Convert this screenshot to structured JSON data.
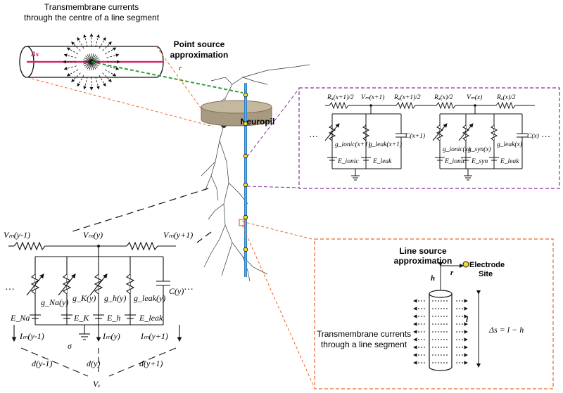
{
  "top_left": {
    "title_line1": "Transmembrane currents",
    "title_line2": "through the centre of a line segment",
    "delta_s": "Δs"
  },
  "point_source": {
    "line1": "Point source",
    "line2": "approximation",
    "r": "r"
  },
  "neuropil": "Neuropil",
  "right_circuit": {
    "r1": "Rₐ(x+1)/2",
    "vm1": "Vₘ(x+1)",
    "r2": "Rₐ(x+1)/2",
    "vm2": "Vₘ(x)",
    "r3": "Rₐ(x)/2",
    "r4": "Rₐ(x)/2",
    "g_ionic1": "g_ionic(x+1)",
    "g_leak1": "g_leak(x+1)",
    "c1": "C(x+1)",
    "e_ionic1": "E_ionic",
    "e_leak1": "E_leak",
    "g_ionic2": "g_ionic(x)",
    "g_syn2": "g_syn(x)",
    "g_leak2": "g_leak(x)",
    "c2": "C(x)",
    "e_ionic2": "E_ionic",
    "e_syn2": "E_syn",
    "e_leak2": "E_leak",
    "dots": "…"
  },
  "left_circuit": {
    "vm_prev": "Vₘ(y-1)",
    "vm": "Vₘ(y)",
    "vm_next": "Vₘ(y+1)",
    "g_na": "g_Na(y)",
    "g_k": "g_K(y)",
    "g_h": "g_h(y)",
    "g_leak": "g_leak(y)",
    "c": "C(y)",
    "e_na": "E_Na",
    "e_k": "E_K",
    "e_h": "E_h",
    "e_leak": "E_leak",
    "im_prev": "Iₘ(y-1)",
    "im": "Iₘ(y)",
    "im_next": "Iₘ(y+1)",
    "sigma": "σ",
    "d_prev": "d(y-1)",
    "d": "d(y)",
    "d_next": "d(y+1)",
    "ve": "Vₑ",
    "dots": "…"
  },
  "line_source": {
    "title_line1": "Line source",
    "title_line2": "approximation",
    "site_line1": "Electrode",
    "site_line2": "Site",
    "h": "h",
    "r": "r",
    "l": "l",
    "delta_eq": "Δs = l − h",
    "label_line1": "Transmembrane currents",
    "label_line2": "through a line segment"
  },
  "colors": {
    "orange": "#e8692b",
    "purple": "#8a2f9e",
    "green": "#2aa137",
    "magenta": "#d02a6e",
    "electrode": "#2f7fc1",
    "neuropil": "#a89a80"
  }
}
